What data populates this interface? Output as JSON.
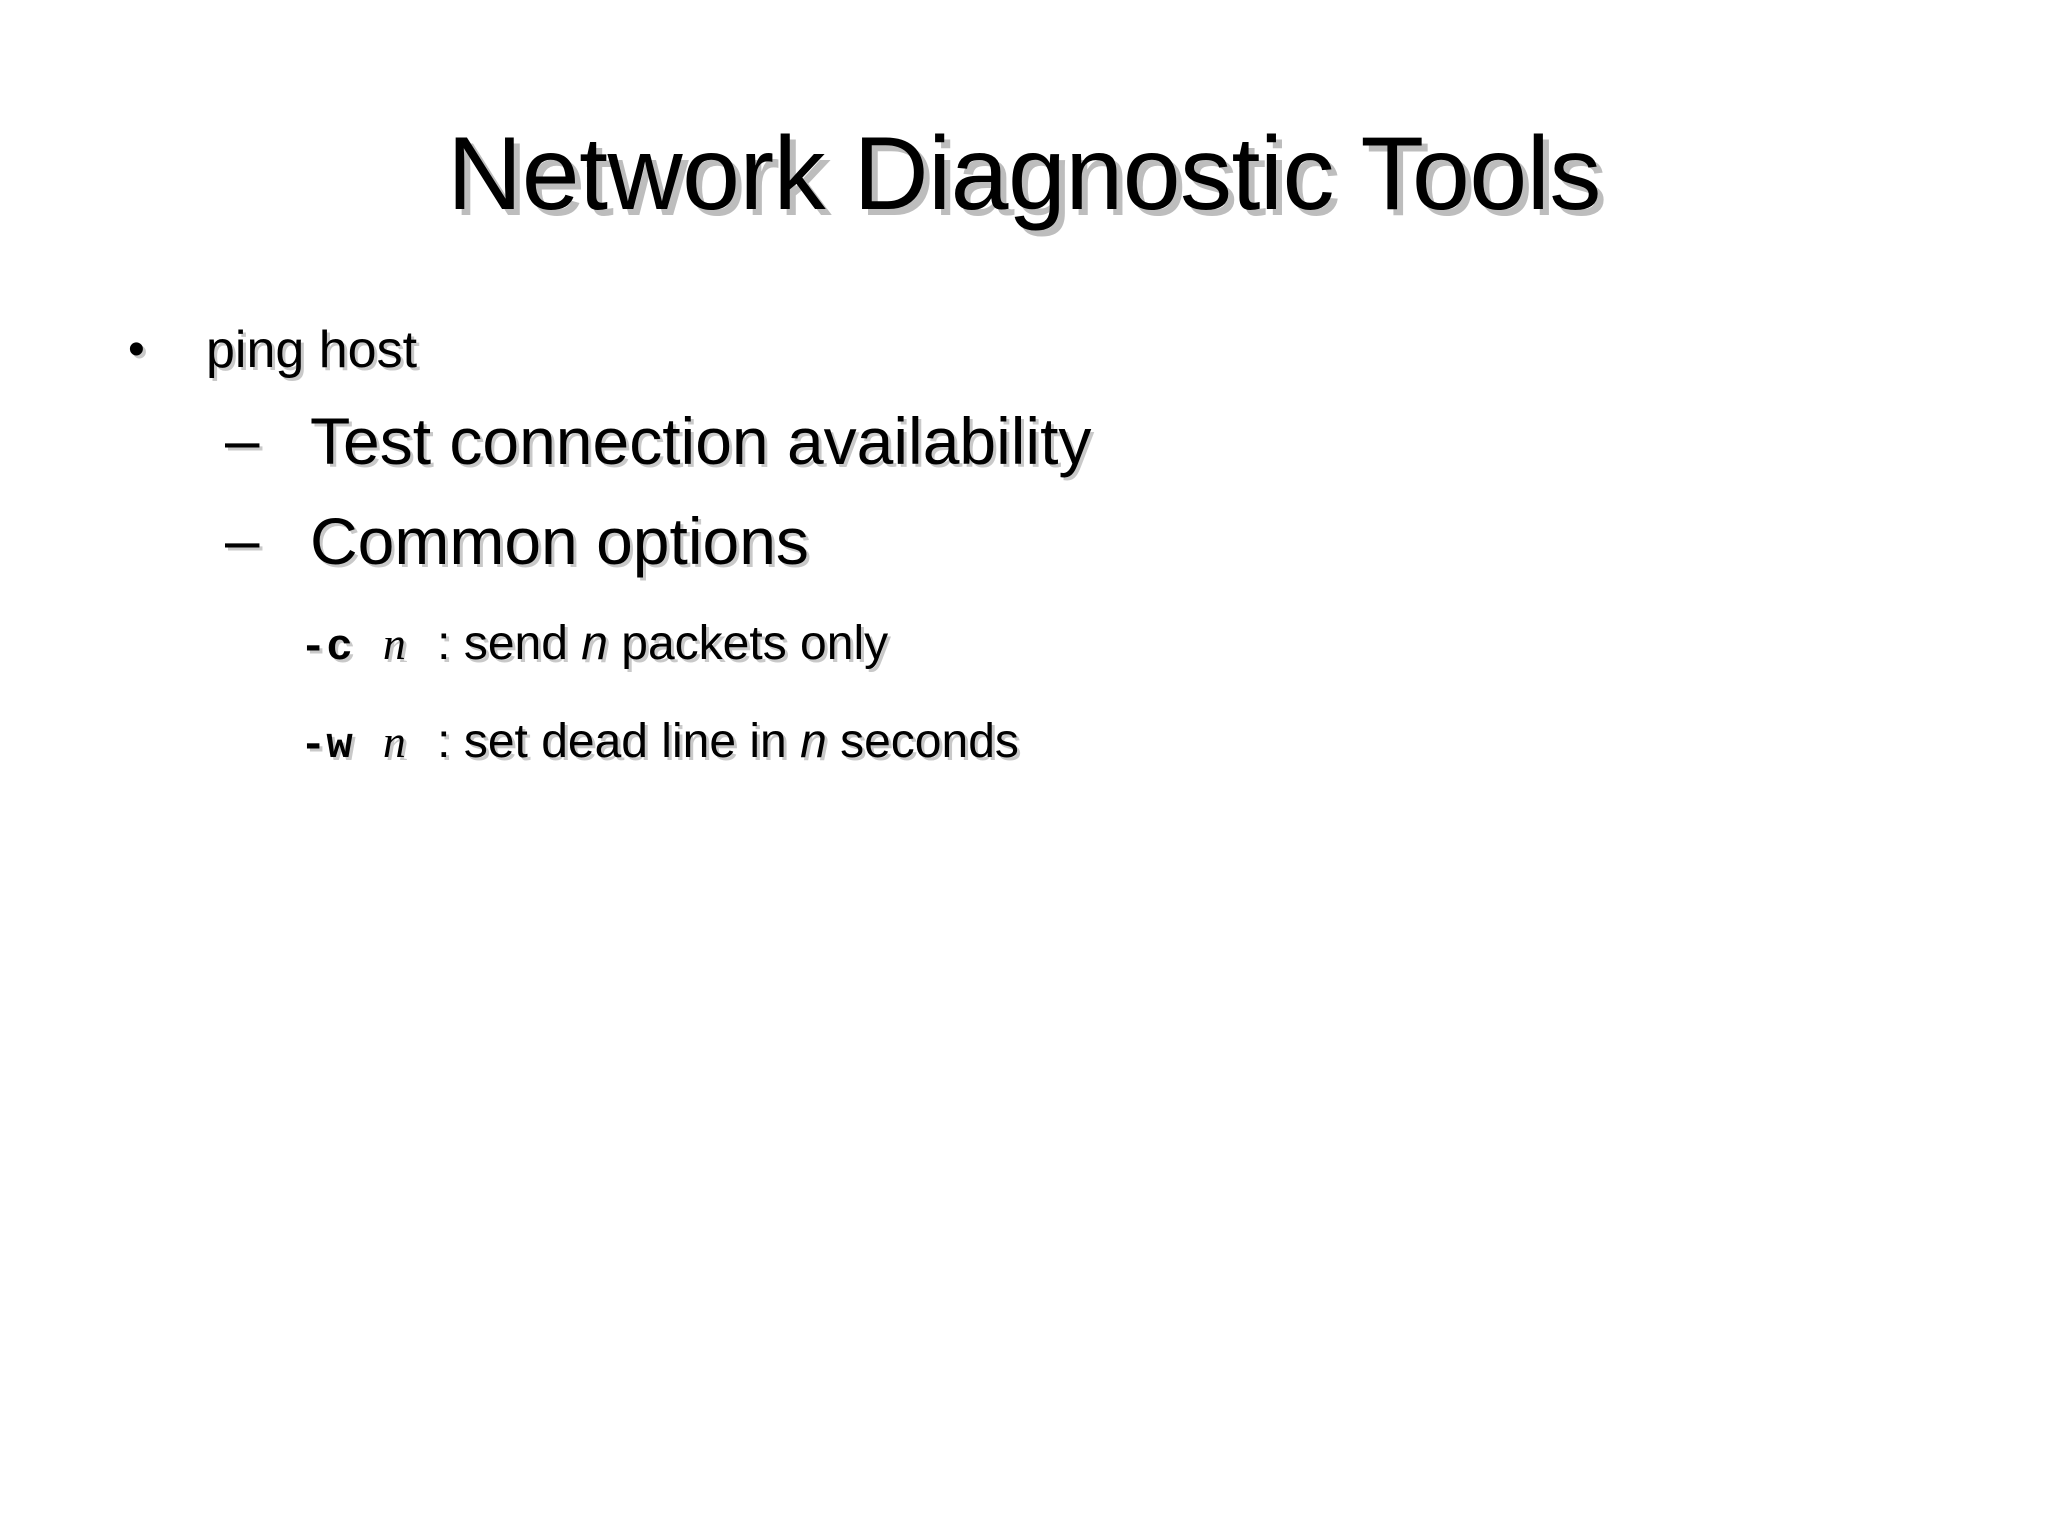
{
  "slide": {
    "background_color": "#ffffff",
    "text_color": "#000000",
    "shadow_color": "#c9c9c9",
    "title": "Network Diagnostic Tools"
  },
  "outline": {
    "level1": {
      "bullet": "•",
      "text": "ping host"
    },
    "level2": [
      {
        "bullet": "–",
        "text": "Test connection availability"
      },
      {
        "bullet": "–",
        "text": "Common options"
      }
    ],
    "level3": [
      {
        "flag": "-c",
        "arg": "n",
        "separator": " : send ",
        "arg2": "n",
        "tail": " packets only"
      },
      {
        "flag": "-w",
        "arg": "n",
        "separator": " : set dead line in ",
        "arg2": "n",
        "tail": " seconds"
      }
    ]
  }
}
